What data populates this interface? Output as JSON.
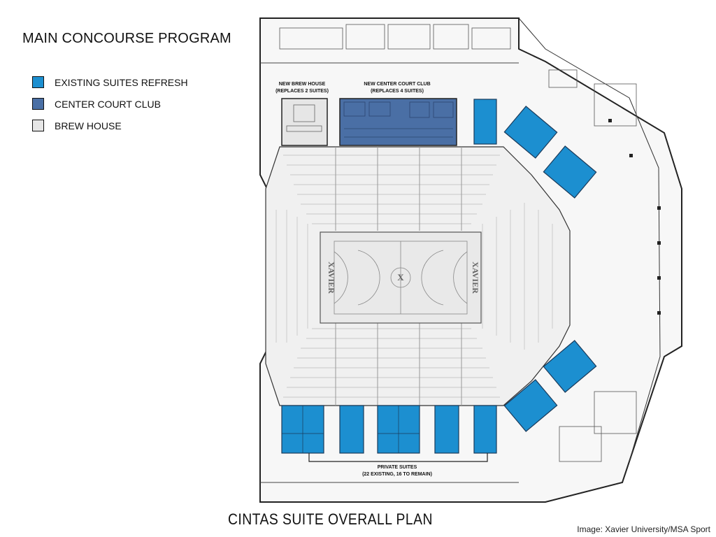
{
  "title": "MAIN CONCOURSE PROGRAM",
  "legend": [
    {
      "label": "EXISTING SUITES REFRESH",
      "color": "#1c8fd0"
    },
    {
      "label": "CENTER COURT CLUB",
      "color": "#4a6fa5"
    },
    {
      "label": "BREW HOUSE",
      "color": "#e6e6e6"
    }
  ],
  "plan": {
    "brew_house_label": [
      "NEW BREW HOUSE",
      "(REPLACES 2 SUITES)"
    ],
    "center_club_label": [
      "NEW CENTER COURT CLUB",
      "(REPLACES 4 SUITES)"
    ],
    "private_suites_label": [
      "PRIVATE SUITES",
      "(22 EXISTING, 16 TO REMAIN)"
    ],
    "court_text_left": "XAVIER",
    "court_text_right": "XAVIER"
  },
  "footer_title": "CINTAS SUITE OVERALL PLAN",
  "credit": "Image: Xavier University/MSA Sport"
}
